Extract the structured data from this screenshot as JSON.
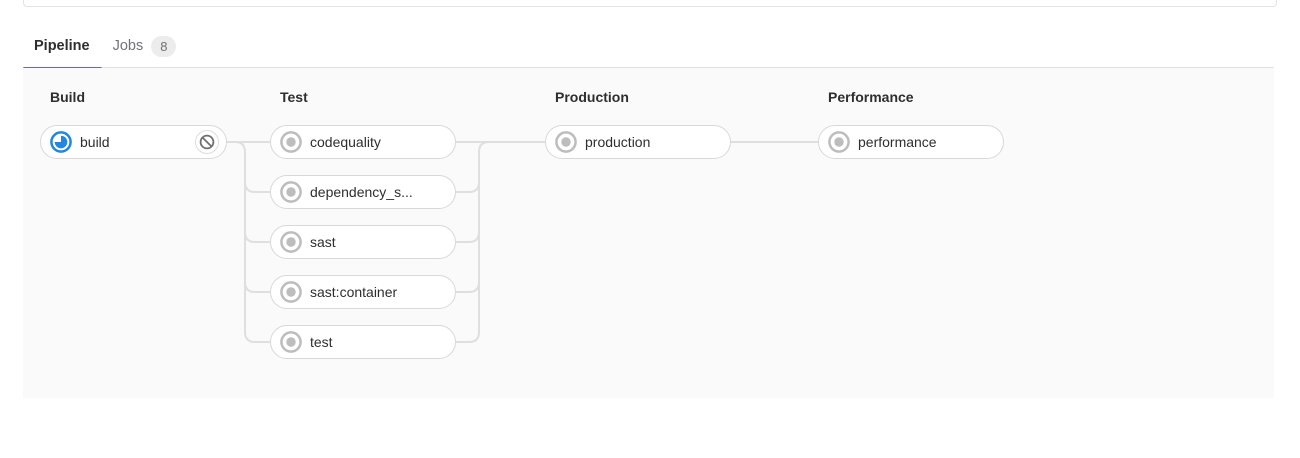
{
  "tabs": {
    "pipeline": {
      "label": "Pipeline"
    },
    "jobs": {
      "label": "Jobs",
      "count": "8"
    }
  },
  "colors": {
    "active_tab_indicator": "#6468c8",
    "running_status": "#2386e0",
    "created_status": "#bdbdbd",
    "cancel_icon": "#707070",
    "connector": "#dfdfdf",
    "graph_background": "#fafafa"
  },
  "pipeline": {
    "stages": [
      {
        "name": "Build",
        "jobs": [
          {
            "label": "build",
            "status": "running",
            "action": "cancel"
          }
        ]
      },
      {
        "name": "Test",
        "jobs": [
          {
            "label": "codequality",
            "status": "created"
          },
          {
            "label": "dependency_s...",
            "status": "created"
          },
          {
            "label": "sast",
            "status": "created"
          },
          {
            "label": "sast:container",
            "status": "created"
          },
          {
            "label": "test",
            "status": "created"
          }
        ]
      },
      {
        "name": "Production",
        "jobs": [
          {
            "label": "production",
            "status": "created"
          }
        ]
      },
      {
        "name": "Performance",
        "jobs": [
          {
            "label": "performance",
            "status": "created"
          }
        ]
      }
    ]
  }
}
